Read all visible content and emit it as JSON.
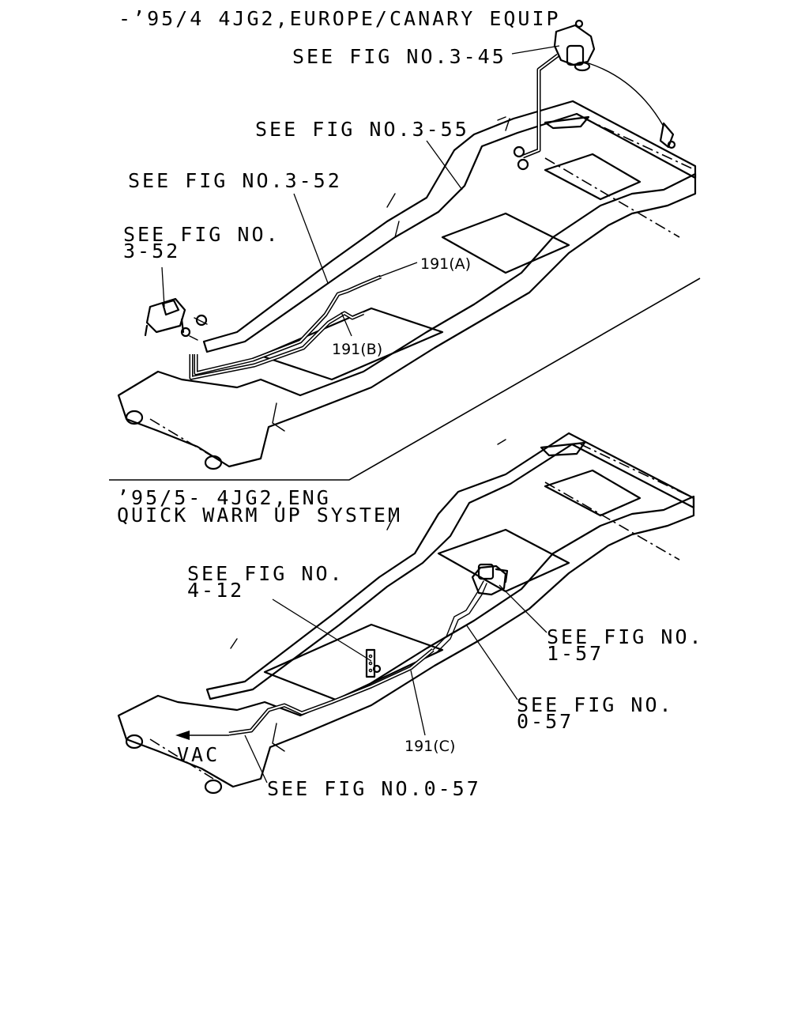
{
  "section_upper": {
    "title": "-’95/4 4JG2,EUROPE/CANARY EQUIP",
    "callouts": {
      "fig_3_45": "SEE FIG NO.3-45",
      "fig_3_55": "SEE FIG NO.3-55",
      "fig_3_52_main": "SEE FIG NO.3-52",
      "fig_3_52_line1": "SEE FIG NO.",
      "fig_3_52_line2": "3-52"
    },
    "parts": {
      "a": "191(A)",
      "b": "191(B)"
    }
  },
  "section_lower": {
    "title_line1": "’95/5- 4JG2,ENG",
    "title_line2": "QUICK WARM UP SYSTEM",
    "callouts": {
      "fig_4_12_line1": "SEE FIG NO.",
      "fig_4_12_line2": "4-12",
      "fig_1_57_line1": "SEE FIG NO.",
      "fig_1_57_line2": "1-57",
      "fig_0_57_line1": "SEE FIG NO.",
      "fig_0_57_line2": "0-57",
      "fig_0_57_bottom": "SEE FIG NO.0-57"
    },
    "parts": {
      "c": "191(C)"
    },
    "vac_label": "VAC"
  }
}
